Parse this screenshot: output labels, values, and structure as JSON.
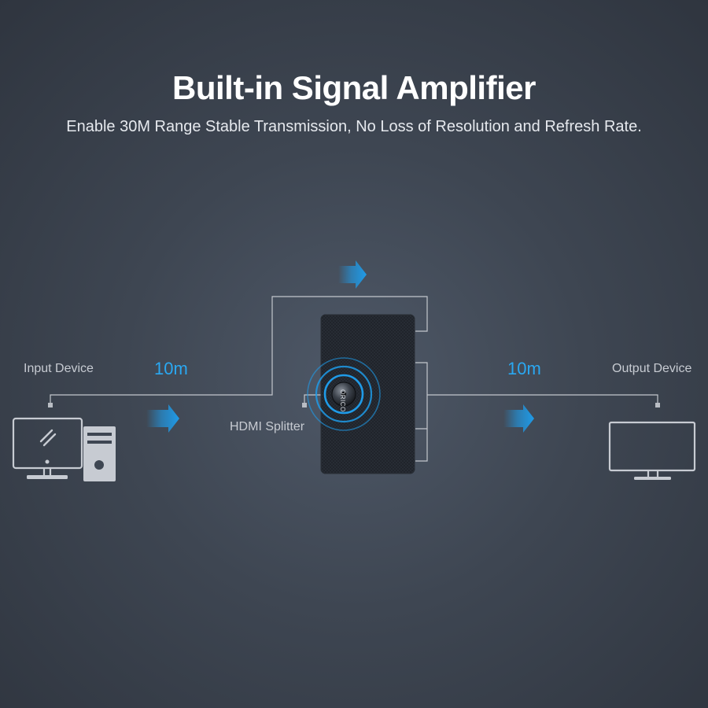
{
  "header": {
    "title": "Built-in Signal Amplifier",
    "subtitle": "Enable 30M Range Stable Transmission, No Loss of Resolution and Refresh Rate."
  },
  "diagram": {
    "input_label": "Input Device",
    "output_label": "Output Device",
    "splitter_label": "HDMI Splitter",
    "input_distance": "10m",
    "output_distance": "10m",
    "brand_text": "ORICO",
    "icons": {
      "input": "desktop-computer-icon",
      "output": "monitor-icon",
      "arrow": "right-arrow-icon",
      "signal": "signal-waves-icon"
    },
    "colors": {
      "accent": "#1f9be8",
      "line": "#c3c7cd",
      "device": "#1c2026"
    }
  }
}
